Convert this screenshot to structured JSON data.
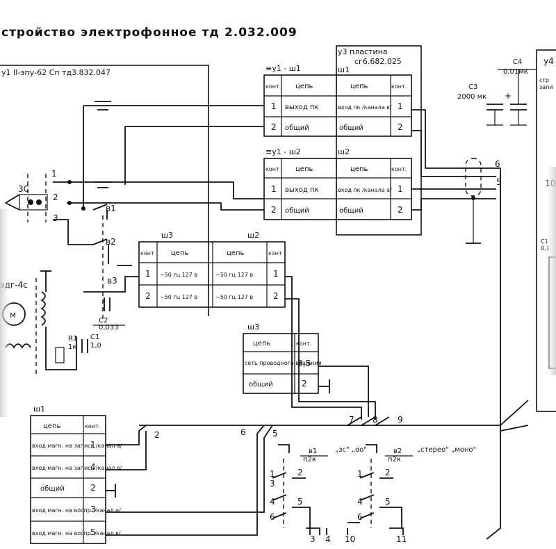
{
  "title": "стройство электрофонное  тд 2.032.009",
  "block_u1": {
    "label": "у1  II-эпу-62 Сп  тд3.832.047"
  },
  "block_u3": {
    "label_line1": "у3 пластина",
    "label_line2": "сг6.682.025",
    "sh_label": "ш1",
    "sh2_label": "ш2"
  },
  "block_u4": {
    "label": "у4",
    "sub1": "стр",
    "sub2": "запи",
    "val": "10",
    "cap": "С1",
    "cap_val": "0,1"
  },
  "conn1": {
    "label": "≡у1 - ш1",
    "headers": [
      "конт.",
      "цепь",
      "цепь",
      "конт."
    ],
    "rows": [
      [
        "1",
        "выход пк",
        "вход пк /канала в/",
        "1"
      ],
      [
        "2",
        "общий",
        "общий",
        "2"
      ]
    ]
  },
  "conn2": {
    "label": "≡у1 - ш2",
    "headers": [
      "конт",
      "цепь",
      "цепь",
      "конт."
    ],
    "rows": [
      [
        "1",
        "выход пк",
        "вход пк /канала а/",
        "1"
      ],
      [
        "2",
        "общий",
        "общий",
        "2"
      ]
    ]
  },
  "mains": {
    "left_label": "ш3",
    "right_label": "ш2",
    "headers": [
      "конт",
      "цепь",
      "цепь",
      "конт"
    ],
    "rows": [
      [
        "1",
        "~50 гц 127 в",
        "~50 гц 127 в",
        "1"
      ],
      [
        "2",
        "~50 гц 127 в",
        "~50 гц 127 в",
        "2"
      ]
    ]
  },
  "sh3_table": {
    "label": "ш3",
    "headers": [
      "цепь",
      "конт."
    ],
    "rows": [
      [
        "сеть проводного вещания",
        "3,5"
      ],
      [
        "общий",
        "2"
      ]
    ]
  },
  "sh1_table": {
    "label": "ш1",
    "headers": [
      "цепь",
      "конт."
    ],
    "rows": [
      [
        "вход магн. на запись /канал а/",
        "1"
      ],
      [
        "вход магн. на запись /канал в/",
        "4"
      ],
      [
        "общий",
        "2"
      ],
      [
        "вход магн. на воспр. /канал а/",
        "3"
      ],
      [
        "вход магн. на воспр. /канал в/",
        "5"
      ]
    ]
  },
  "components": {
    "c3": {
      "name": "С3",
      "value": "2000 мк"
    },
    "c4": {
      "name": "С4",
      "value": "0,01мк"
    },
    "c2": {
      "name": "С2",
      "value": "0,033"
    },
    "c1": {
      "name": "С1",
      "value": "1,0"
    },
    "r1": {
      "name": "R1",
      "value": "1к"
    },
    "pickup": "3С",
    "motor_label": "эдг-4с",
    "motor_symbol": "м",
    "switches": [
      "в1",
      "в2",
      "в3"
    ]
  },
  "switch_b1": {
    "name": "в1",
    "type": "п2к",
    "caption": "„зс\" „оо\""
  },
  "switch_b2": {
    "name": "в2",
    "type": "п2к",
    "caption": "„стерео\" „моно\""
  },
  "wire_numbers": [
    "1",
    "2",
    "3",
    "2",
    "6",
    "5",
    "7",
    "8",
    "9",
    "6",
    "5",
    "1",
    "2",
    "3",
    "4",
    "5",
    "6",
    "1",
    "2",
    "4",
    "5",
    "6",
    "3",
    "4",
    "10",
    "11"
  ],
  "colors": {
    "ink": "#111111",
    "paper": "#ffffff"
  }
}
